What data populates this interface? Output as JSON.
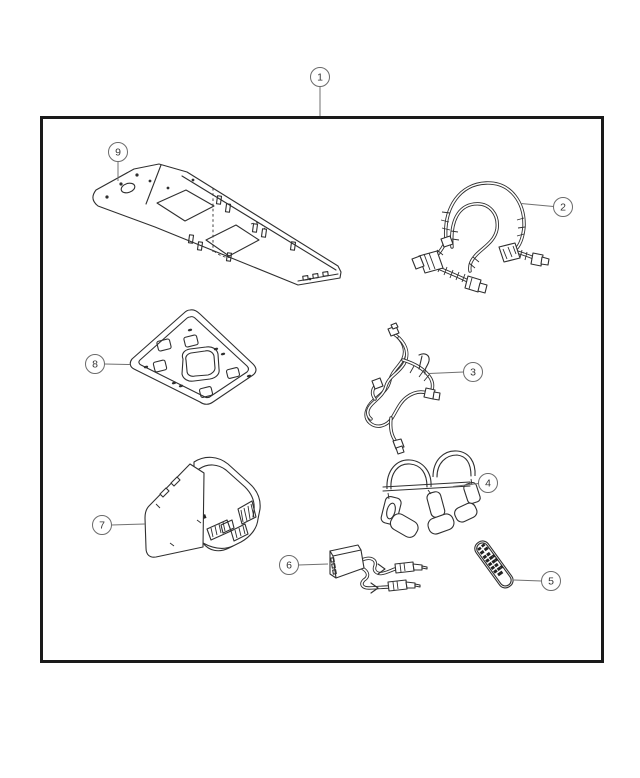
{
  "figure": {
    "type": "exploded-parts-diagram",
    "description": "Line-art parts diagram of an overhead video / DVD entertainment system kit",
    "background_color": "#ffffff",
    "border_color": "#1a1a1a",
    "line_color": "#2f2f2f",
    "callout_text_color": "#333333"
  },
  "callouts": [
    {
      "number": "1",
      "part": "complete-kit-boundary"
    },
    {
      "number": "2",
      "part": "wiring-harness-loop"
    },
    {
      "number": "3",
      "part": "wiring-harness-tangle"
    },
    {
      "number": "4",
      "part": "wireless-headphones-pair"
    },
    {
      "number": "5",
      "part": "remote-control"
    },
    {
      "number": "6",
      "part": "av-adapter-with-rca-plugs"
    },
    {
      "number": "7",
      "part": "overhead-console-monitor-unit"
    },
    {
      "number": "8",
      "part": "console-bezel-plate"
    },
    {
      "number": "9",
      "part": "mounting-bracket-plate"
    }
  ]
}
